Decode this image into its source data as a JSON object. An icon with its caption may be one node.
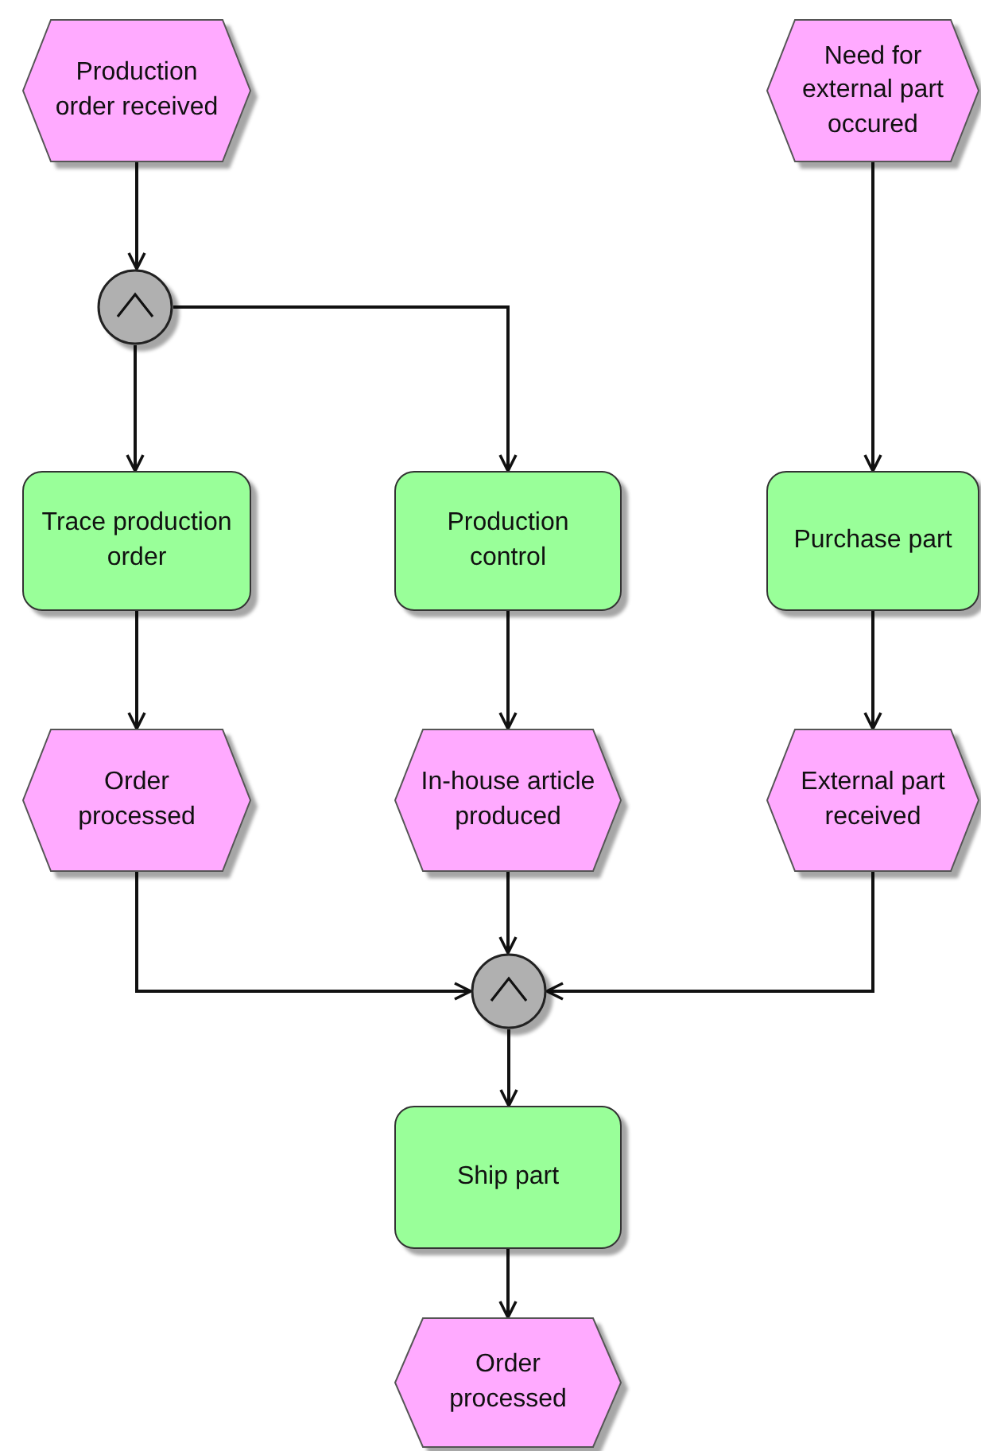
{
  "diagram": {
    "nodes": [
      {
        "text": [
          "Production order received"
        ]
      },
      {
        "text": [
          "Need for external part occured"
        ]
      },
      {
        "text": [],
        "shape": "circle"
      },
      {
        "text": [
          "Trace production order"
        ]
      },
      {
        "text": [
          "Production control"
        ]
      },
      {
        "text": [
          "Purchase part"
        ]
      },
      {
        "text": [
          "Order processed"
        ]
      },
      {
        "text": [
          "In-house article produced"
        ]
      },
      {
        "text": [
          "External part received"
        ]
      },
      {
        "text": [],
        "shape": "circle"
      },
      {
        "text": [
          "Ship part"
        ]
      },
      {
        "text": [
          "Order processed"
        ]
      }
    ],
    "edges": [
      {
        "from": 0,
        "to": 2,
        "arrow": "to"
      },
      {
        "from": 2,
        "to": 3,
        "arrow": "to"
      },
      {
        "from": 2,
        "to": 4,
        "arrow": "to"
      },
      {
        "from": 1,
        "to": 5,
        "arrow": "to"
      },
      {
        "from": 3,
        "to": 6,
        "arrow": "to"
      },
      {
        "from": 4,
        "to": 7,
        "arrow": "to"
      },
      {
        "from": 5,
        "to": 8,
        "arrow": "to"
      },
      {
        "from": 6,
        "to": 9,
        "arrow": "to"
      },
      {
        "from": 7,
        "to": 9,
        "arrow": "to"
      },
      {
        "from": 8,
        "to": 9,
        "arrow": "to"
      },
      {
        "from": 9,
        "to": 10,
        "arrow": "to"
      },
      {
        "from": 10,
        "to": 11,
        "arrow": "to"
      }
    ]
  }
}
